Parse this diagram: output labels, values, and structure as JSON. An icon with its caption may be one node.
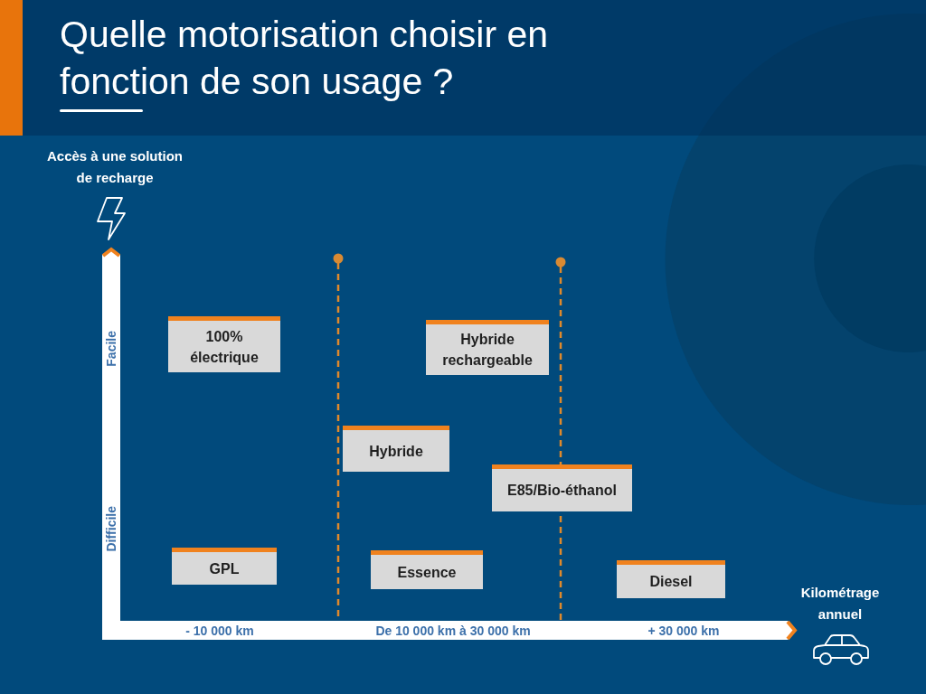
{
  "diagram": {
    "title": "Quelle motorisation choisir en fonction de son usage ?",
    "nodes": [
      {
        "text": [
          "100% électrique"
        ]
      },
      {
        "text": [
          "Hybride rechargeable"
        ]
      },
      {
        "text": [
          "Hybride"
        ]
      },
      {
        "text": [
          "E85/Bio-éthanol"
        ]
      },
      {
        "text": [
          "GPL"
        ]
      },
      {
        "text": [
          "Essence"
        ]
      },
      {
        "text": [
          "Diesel"
        ]
      }
    ],
    "labels": [
      "Accès à une solution de recharge",
      "Facile",
      "Difficile",
      "Kilométrage annuel",
      "- 10 000 km",
      "De 10 000 km à 30 000 km",
      "+ 30 000 km"
    ]
  }
}
